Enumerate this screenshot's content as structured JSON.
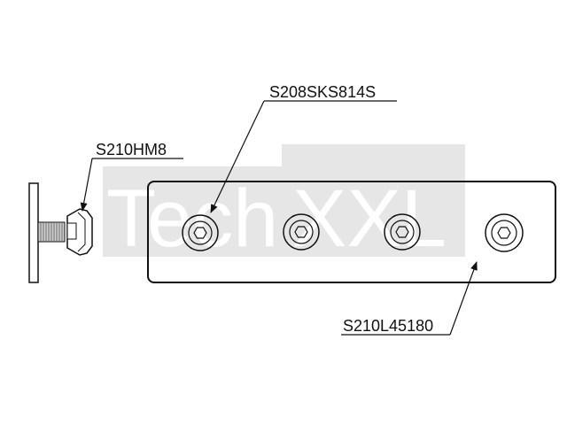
{
  "watermark": {
    "brand_part1": "Tech",
    "brand_part2": "XXL",
    "box_color": "#e6e6e6",
    "text_color": "#ffffff"
  },
  "labels": {
    "screw": "S208SKS814S",
    "hammer_nut": "S210HM8",
    "plate": "S210L45180"
  },
  "plate": {
    "hole_count": 4,
    "hole_icon": "hex-socket-screw-icon"
  },
  "colors": {
    "line": "#111111",
    "thread_fill": "#cfcfcf"
  }
}
